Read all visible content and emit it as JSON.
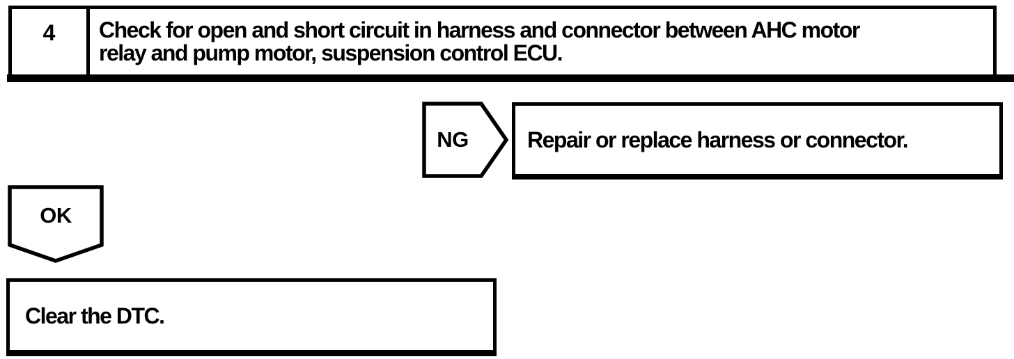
{
  "colors": {
    "ink": "#000000",
    "paper": "#ffffff"
  },
  "flowchart": {
    "step_box": {
      "number": "4",
      "instruction_lines": [
        "Check for open and short circuit in harness and connector between AHC motor",
        "relay and pump motor, suspension control ECU."
      ]
    },
    "ng_branch": {
      "label": "NG",
      "action": "Repair or replace harness or connector."
    },
    "ok_branch": {
      "label": "OK",
      "action": "Clear the DTC."
    }
  }
}
